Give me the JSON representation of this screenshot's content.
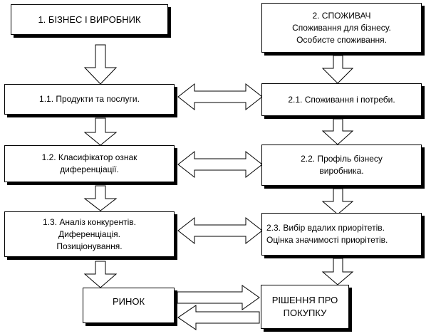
{
  "left_column": [
    {
      "id": "business",
      "lines": [
        "1. БІЗНЕС І ВИРОБНИК"
      ]
    },
    {
      "id": "products",
      "lines": [
        "1.1. Продукти та послуги."
      ]
    },
    {
      "id": "classifier",
      "lines": [
        "1.2. Класифікатор ознак",
        "диференціації."
      ]
    },
    {
      "id": "competitors",
      "lines": [
        "1.3. Аналіз конкурентів.",
        "Диференціація.",
        "Позиціонування."
      ]
    },
    {
      "id": "market",
      "lines": [
        "РИНОК"
      ]
    }
  ],
  "right_column": [
    {
      "id": "consumer",
      "lines": [
        "2. СПОЖИВАЧ",
        "Споживання для бізнесу.",
        "Особисте споживання."
      ]
    },
    {
      "id": "consumption",
      "lines": [
        "2.1. Споживання і потреби."
      ]
    },
    {
      "id": "profile",
      "lines": [
        "2.2. Профіль бізнесу",
        "виробника."
      ]
    },
    {
      "id": "priorities",
      "lines": [
        "2.3. Вибір вдалих приорітетів.",
        "Оцінка значимості  приорітетів."
      ]
    },
    {
      "id": "decision",
      "lines": [
        "РІШЕННЯ ПРО",
        "ПОКУПКУ"
      ]
    }
  ]
}
